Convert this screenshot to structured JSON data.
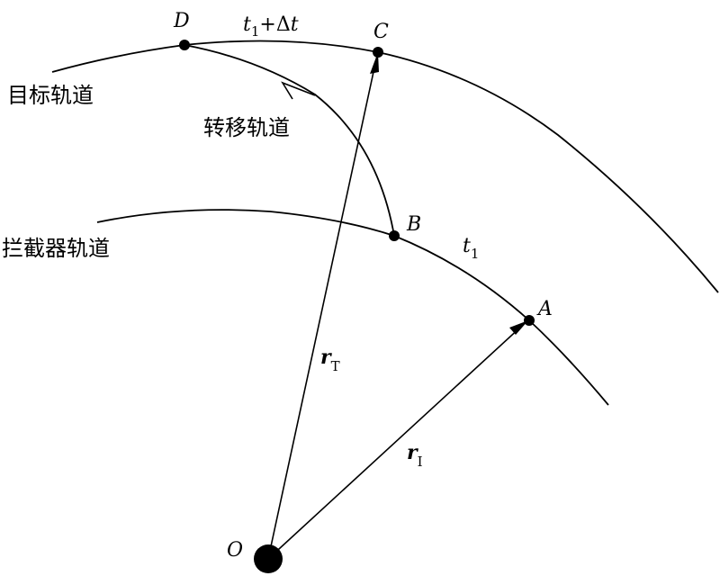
{
  "labels": {
    "point_o": "O",
    "point_a": "A",
    "point_b": "B",
    "point_c": "C",
    "point_d": "D",
    "time_t1_var": "t",
    "time_t1_sub": "1",
    "time_t1dt_var": "t",
    "time_t1dt_sub": "1",
    "time_t1dt_plus": "+Δ",
    "time_t1dt_var2": "t",
    "vec_rt_var": "r",
    "vec_rt_sub": "T",
    "vec_ri_var": "r",
    "vec_ri_sub": "I",
    "target_orbit": "目标轨道",
    "transfer_orbit": "转移轨道",
    "interceptor_orbit": "拦截器轨道"
  }
}
